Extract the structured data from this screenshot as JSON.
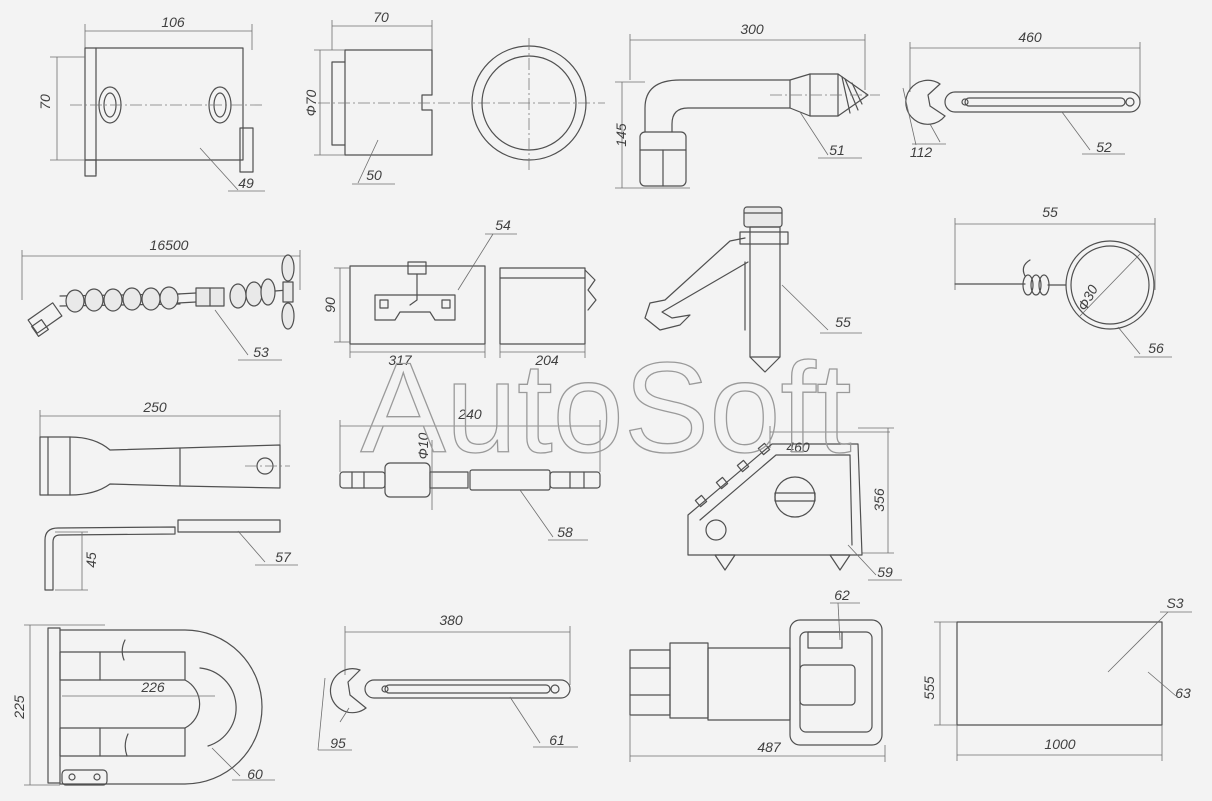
{
  "watermark": "AutoSoft",
  "parts": {
    "p49": {
      "label": "49",
      "dim_width": "106",
      "dim_height": "70"
    },
    "p50": {
      "label": "50",
      "dim_length": "70",
      "dim_diameter": "Ф70"
    },
    "p51": {
      "label": "51",
      "dim_length": "300",
      "dim_height": "145"
    },
    "p52": {
      "label": "52",
      "dim_length": "460",
      "dim_jaw": "112"
    },
    "p53": {
      "label": "53",
      "dim_length": "16500"
    },
    "p54": {
      "label": "54",
      "dim_height": "90",
      "dim_length_front": "317",
      "dim_length_side": "204"
    },
    "p55": {
      "label": "55"
    },
    "p56": {
      "label": "56",
      "dim_length": "55",
      "dim_diameter": "Ф30"
    },
    "p57": {
      "label": "57",
      "dim_length": "250",
      "dim_height": "45"
    },
    "p58": {
      "label": "58",
      "dim_length": "240",
      "dim_diameter": "Ф10"
    },
    "p59": {
      "label": "59",
      "dim_width": "460",
      "dim_height": "356"
    },
    "p60": {
      "label": "60",
      "dim_height": "225",
      "dim_width": "226"
    },
    "p61": {
      "label": "61",
      "dim_length": "380",
      "dim_jaw": "95"
    },
    "p62": {
      "label": "62",
      "dim_length": "487"
    },
    "p63": {
      "label": "63",
      "label_alt": "S3",
      "dim_height": "555",
      "dim_length": "1000"
    }
  }
}
